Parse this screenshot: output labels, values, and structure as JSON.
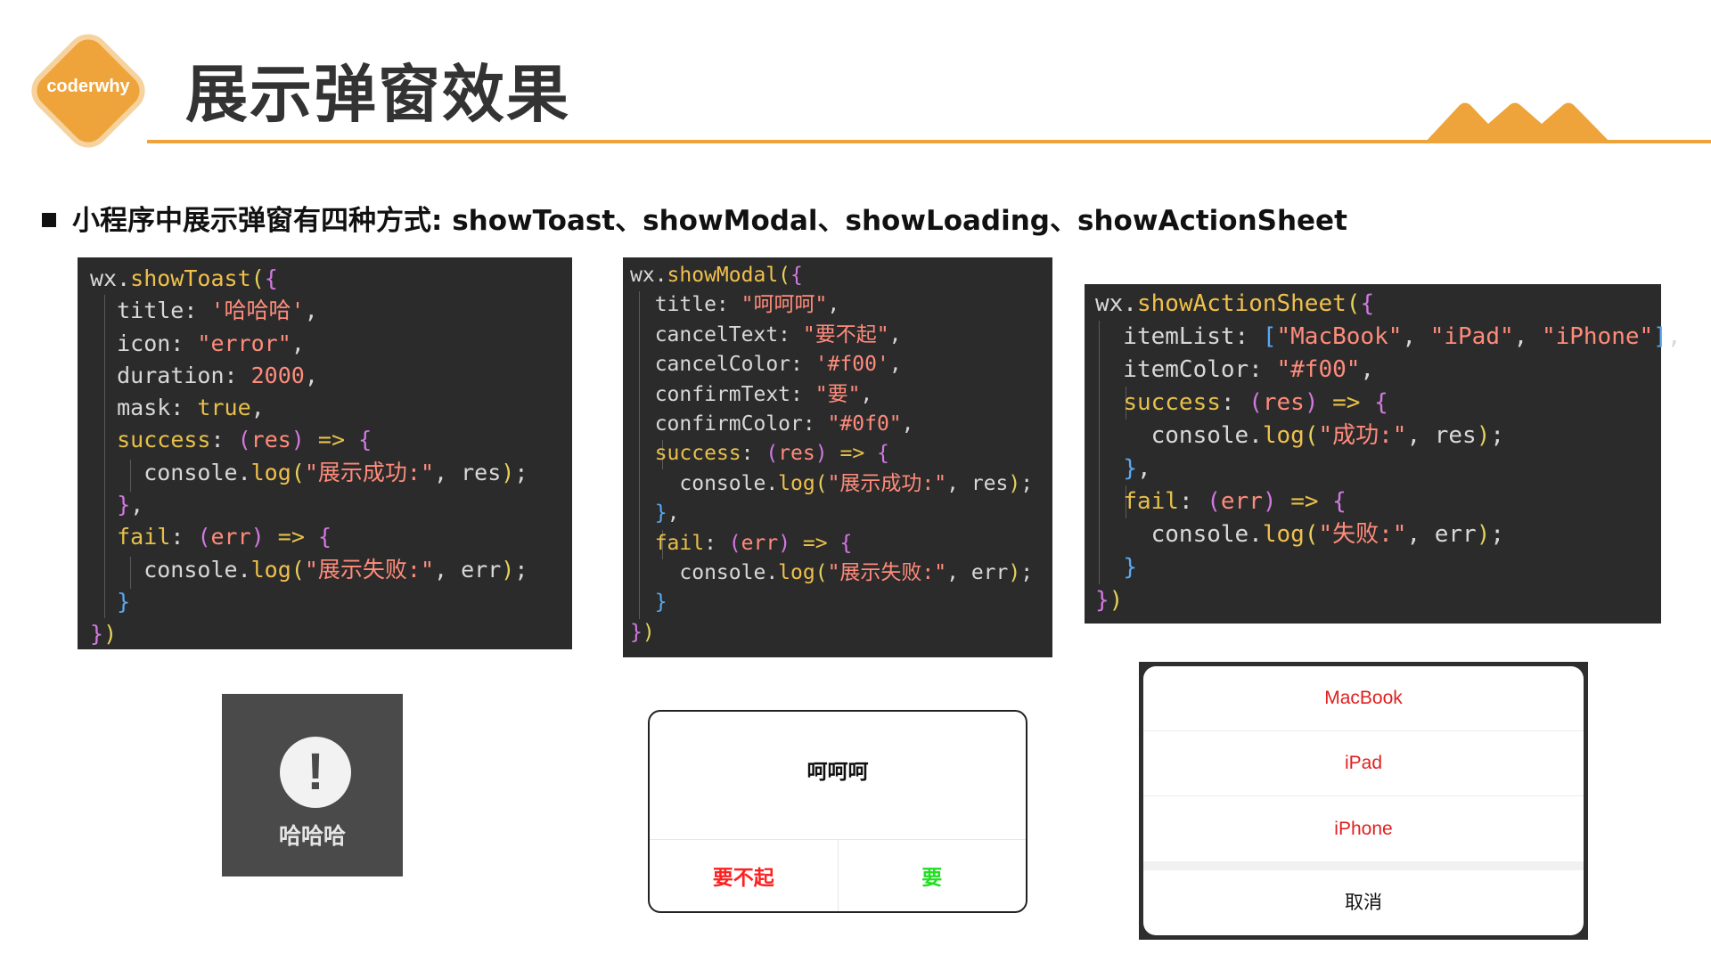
{
  "header": {
    "logo_text": "coderwhy",
    "title": "展示弹窗效果"
  },
  "bullet": {
    "text": "小程序中展示弹窗有四种方式: showToast、showModal、showLoading、showActionSheet"
  },
  "toast_code": {
    "fn": "showToast",
    "title_value": "'哈哈哈'",
    "icon_value": "\"error\"",
    "duration_value": "2000",
    "mask_value": "true",
    "success_log": "\"展示成功:\"",
    "fail_log": "\"展示失败:\""
  },
  "modal_code": {
    "fn": "showModal",
    "title_value": "\"呵呵呵\"",
    "cancelText_value": "\"要不起\"",
    "cancelColor_value": "'#f00'",
    "confirmText_value": "\"要\"",
    "confirmColor_value": "\"#0f0\"",
    "success_log": "\"展示成功:\"",
    "fail_log": "\"展示失败:\""
  },
  "sheet_code": {
    "fn": "showActionSheet",
    "item1": "\"MacBook\"",
    "item2": "\"iPad\"",
    "item3": "\"iPhone\"",
    "itemColor_value": "\"#f00\"",
    "success_log": "\"成功:\"",
    "fail_log": "\"失败:\""
  },
  "toast": {
    "icon": "!",
    "icon_name": "exclamation-icon",
    "text": "哈哈哈"
  },
  "modal": {
    "title": "呵呵呵",
    "cancel": "要不起",
    "confirm": "要",
    "cancel_color": "#ff0000",
    "confirm_color": "#00ff00"
  },
  "action_sheet": {
    "items": [
      "MacBook",
      "iPad",
      "iPhone"
    ],
    "cancel": "取消",
    "item_color": "#ff0000"
  },
  "colors": {
    "accent": "#eea43a",
    "code_bg": "#2b2b2b"
  }
}
